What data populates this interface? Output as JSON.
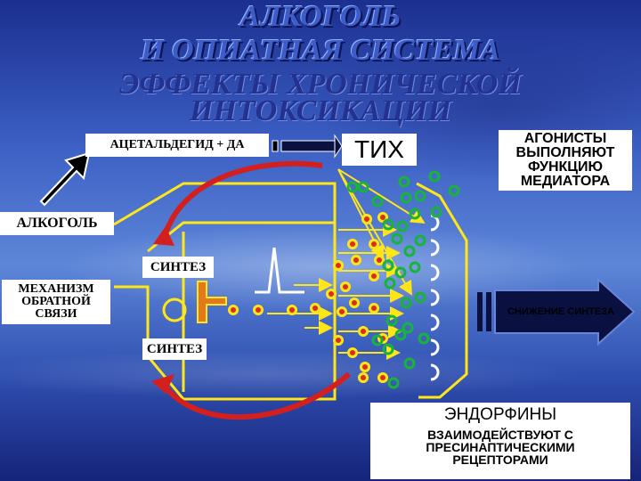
{
  "title": {
    "line1": "АЛКОГОЛЬ",
    "line2": "И ОПИАТНАЯ СИСТЕМА",
    "line3": "ЭФФЕКТЫ ХРОНИЧЕСКОЙ",
    "line4": "ИНТОКСИКАЦИИ"
  },
  "labels": {
    "acetaldehyde": "АЦЕТАЛЬДЕГИД + ДА",
    "tih": "ТИХ",
    "agonists": [
      "АГОНИСТЫ",
      "ВЫПОЛНЯЮТ",
      "ФУНКЦИЮ",
      "МЕДИАТОРА"
    ],
    "alcohol": "АЛКОГОЛЬ",
    "synthesis_top": "СИНТЕЗ",
    "feedback": [
      "МЕХАНИЗМ",
      "ОБРАТНОЙ",
      "СВЯЗИ"
    ],
    "synthesis_bottom": "СИНТЕЗ",
    "reduced_synthesis": "СНИЖЕНИЕ СИНТЕЗА",
    "endorphins": "ЭНДОРФИНЫ",
    "endorphins_note": [
      "ВЗАИМОДЕЙСТВУЮТ С",
      "ПРЕСИНАПТИЧЕСКИМИ",
      "РЕЦЕПТОРАМИ"
    ]
  },
  "colors": {
    "neuron_line": "#ffe619",
    "arrow_red": "#d41f1f",
    "arrow_dark": "#0a1040",
    "molecule_red": "#e0291c",
    "molecule_green": "#17b33a",
    "receptor_outline": "#ffffff",
    "box_fill": "#ffffff"
  },
  "icons": {
    "small_arrow": "black-diagonal-arrow-icon",
    "big_arrow": "dark-right-arrow-icon",
    "release_arrows": "yellow-arrow-icon",
    "feedback_arrows": "red-curved-arrow-icon"
  }
}
